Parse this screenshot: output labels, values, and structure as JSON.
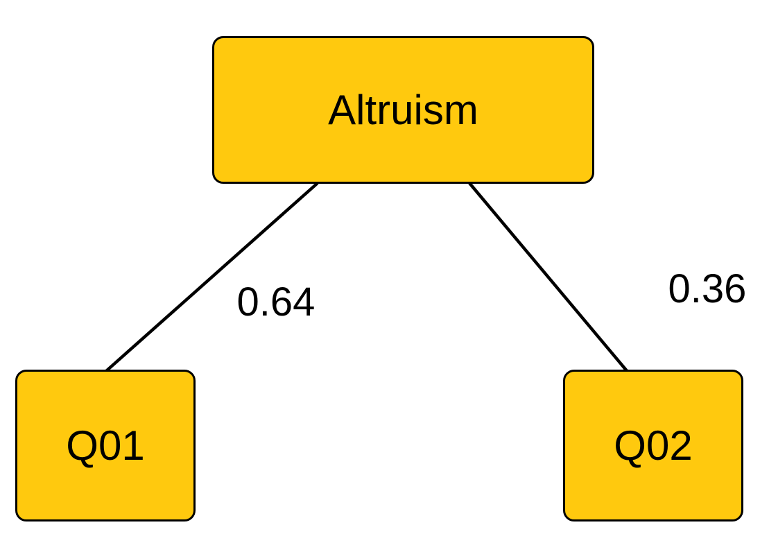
{
  "diagram": {
    "kind": "factor-path-diagram",
    "colors": {
      "background": "#ffffff",
      "node-fill": "#FFC90E",
      "node-border": "#000000",
      "edge": "#000000",
      "text": "#000000"
    },
    "nodes": [
      {
        "id": "Altruism",
        "label": "Altruism"
      },
      {
        "id": "Q01",
        "label": "Q01"
      },
      {
        "id": "Q02",
        "label": "Q02"
      }
    ],
    "edges": [
      {
        "from": "Altruism",
        "to": "Q01",
        "label": "0.64",
        "value": 0.64
      },
      {
        "from": "Altruism",
        "to": "Q02",
        "label": "0.36",
        "value": 0.36
      }
    ]
  }
}
